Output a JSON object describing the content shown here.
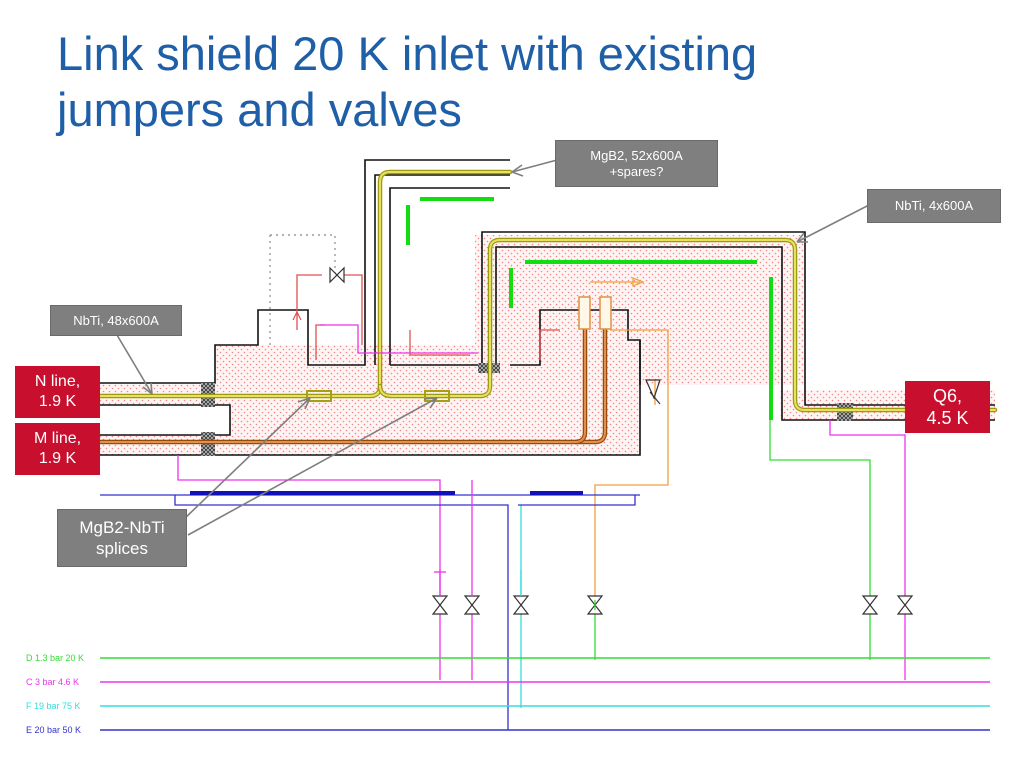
{
  "slide": {
    "title_line1": "Link shield 20 K inlet with existing",
    "title_line2": "jumpers and valves"
  },
  "callouts": {
    "mgb2_52": [
      "MgB2, 52x600A",
      "+spares?"
    ],
    "nbti_4": "NbTi, 4x600A",
    "nbti_48": "NbTi, 48x600A",
    "splices": [
      "MgB2-NbTi",
      "splices"
    ]
  },
  "tags": {
    "n_line": [
      "N line,",
      "1.9 K"
    ],
    "m_line": [
      "M line,",
      "1.9 K"
    ],
    "q6": [
      "Q6,",
      "4.5 K"
    ]
  },
  "headers": [
    {
      "label": "D 1.3 bar 20 K",
      "color": "#33dd33"
    },
    {
      "label": "C 3 bar 4.6 K",
      "color": "#ee33ee"
    },
    {
      "label": "F 19 bar 75 K",
      "color": "#33dddd"
    },
    {
      "label": "E 20 bar 50 K",
      "color": "#3333cc"
    }
  ],
  "colors": {
    "title": "#1f5fa8",
    "callout_bg": "#7f7f7f",
    "tag_bg": "#c8102e",
    "cable_yellow": "#c8c020",
    "cable_orange": "#c06010",
    "line_green": "#33dd33",
    "line_magenta": "#ee33ee",
    "line_cyan": "#33dddd",
    "line_blue": "#3333cc",
    "line_orange": "#f0a040",
    "line_red": "#e05050",
    "bar_green": "#11dd11",
    "bar_blue": "#1111bb"
  }
}
